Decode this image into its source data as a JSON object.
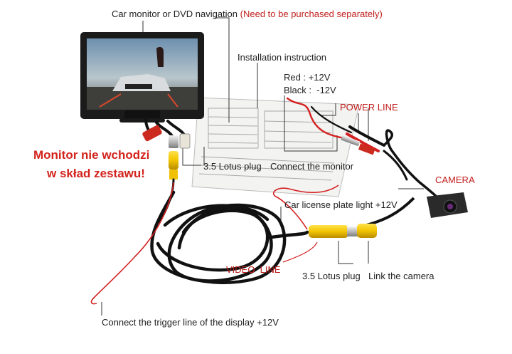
{
  "labels": {
    "monitor": "Car monitor or DVD navigation",
    "monitor_note": "(Need to be purchased separately)",
    "installation": "Installation instruction",
    "red_wire": "Red : +12V",
    "black_wire": "Black :  -12V",
    "power_line": "POWER LINE",
    "camera": "CAMERA",
    "lotus_monitor": "3.5 Lotus plug",
    "connect_monitor": "Connect the monitor",
    "plate_light": "Car license plate light +12V",
    "video_line": "VIDEO  LINE",
    "lotus_camera": "3.5 Lotus plug",
    "link_camera": "Link the camera",
    "trigger": "Connect the trigger line of the display +12V"
  },
  "notice": {
    "line1": "Monitor nie wchodzi",
    "line2": "w skład zestawu!"
  },
  "colors": {
    "label_red": "#c0201e",
    "notice_red": "#d3231c",
    "rca_yellow": "#f2c400",
    "cable_black": "#111111",
    "wire_red": "#d42020"
  },
  "icons": {
    "monitor": "car-monitor-icon",
    "camera": "rear-camera-icon"
  }
}
